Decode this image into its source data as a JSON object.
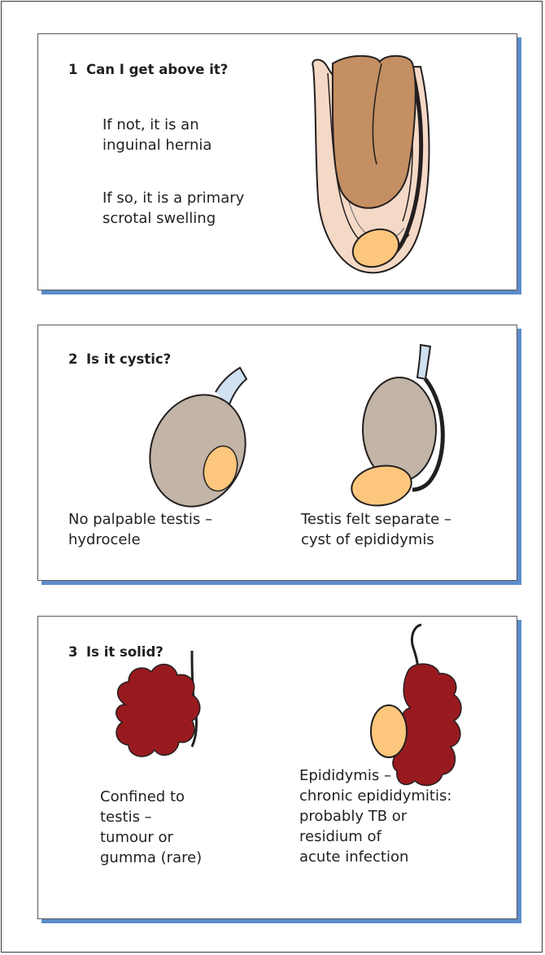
{
  "panels": [
    {
      "number": "1",
      "heading": "Can I get above it?",
      "texts": [
        "If not, it is an\ninguinal hernia",
        "If so, it is a primary\nscrotal swelling"
      ]
    },
    {
      "number": "2",
      "heading": "Is it cystic?",
      "texts": [
        "No palpable testis –\nhydrocele",
        "Testis felt separate –\ncyst of epididymis"
      ]
    },
    {
      "number": "3",
      "heading": "Is it solid?",
      "texts": [
        "Confined to\ntestis –\ntumour or\ngumma (rare)",
        "Epididymis –\nchronic epididymitis:\nprobably TB or\nresidium of\nacute infection"
      ]
    }
  ],
  "colors": {
    "panel_shadow": "#5b8ccc",
    "scrotum_skin": "#f4d9c6",
    "hernia_sac": "#c48f62",
    "testis": "#fcc77c",
    "cyst": "#c2b4a6",
    "solid_mass": "#981a1f",
    "cord": "#cfe0f0"
  }
}
